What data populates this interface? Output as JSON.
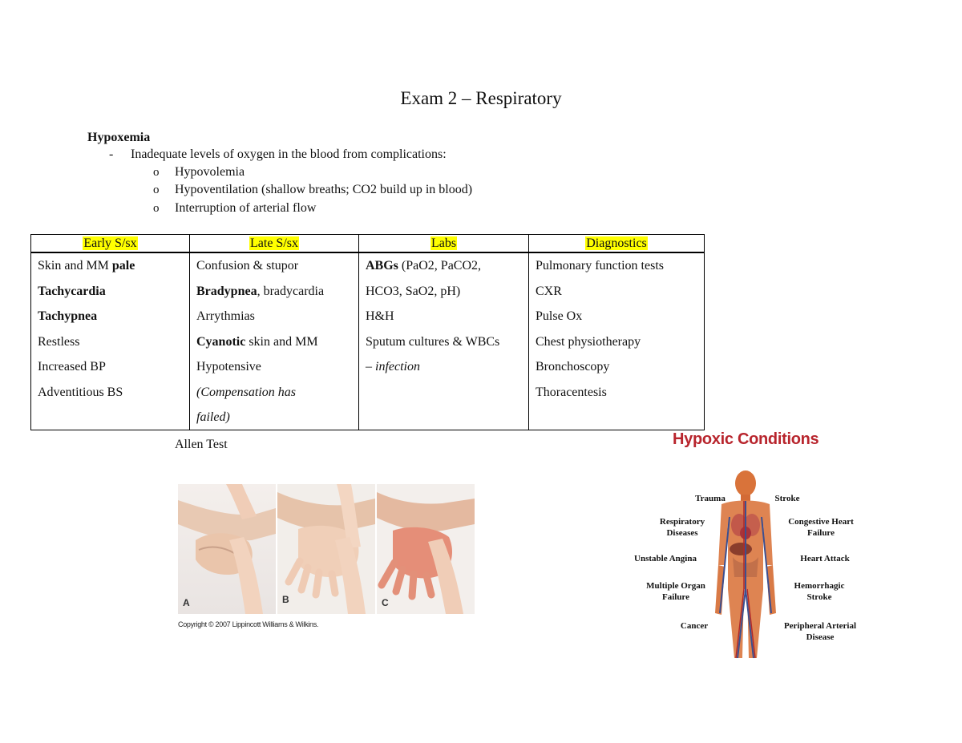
{
  "title": "Exam 2 – Respiratory",
  "section": {
    "heading": "Hypoxemia",
    "dash": "-",
    "bullet": "Inadequate levels of oxygen in the blood from complications:",
    "sub_marker": "o",
    "sub_items": [
      "Hypovolemia",
      "Hypoventilation (shallow breaths; CO2 build up in blood)",
      "Interruption of arterial flow"
    ]
  },
  "table": {
    "headers": [
      "Early S/sx",
      "Late S/sx",
      "Labs",
      "Diagnostics"
    ],
    "early": {
      "r1_plain": "Skin and MM ",
      "r1_bold": "pale",
      "r2": "Tachycardia",
      "r3": "Tachypnea",
      "r4": "Restless",
      "r5": "Increased BP",
      "r6": "Adventitious BS"
    },
    "late": {
      "r1": "Confusion & stupor",
      "r2_bold": "Bradypnea",
      "r2_plain": ", bradycardia",
      "r3": "Arrythmias",
      "r4_bold": "Cyanotic",
      "r4_plain": " skin and MM",
      "r5": "Hypotensive",
      "r6": "(Compensation has failed)"
    },
    "labs": {
      "r1_bold": "ABGs",
      "r1_plain": " (PaO2, PaCO2,",
      "r2": "HCO3, SaO2, pH)",
      "r3": "H&H",
      "r4": "Sputum cultures & WBCs",
      "r5_plain": "– ",
      "r5_italic": "infection"
    },
    "diagnostics": [
      "Pulmonary function tests",
      "CXR",
      "Pulse Ox",
      "Chest physiotherapy",
      "Bronchoscopy",
      "Thoracentesis"
    ]
  },
  "allen": {
    "label": "Allen Test",
    "panel_letters": [
      "A",
      "B",
      "C"
    ],
    "copyright": "Copyright © 2007 Lippincott Williams & Wilkins."
  },
  "hypoxic": {
    "title": "Hypoxic Conditions",
    "left": [
      {
        "l1": "Trauma",
        "l2": ""
      },
      {
        "l1": "Respiratory",
        "l2": "Diseases"
      },
      {
        "l1": "Unstable Angina",
        "l2": ""
      },
      {
        "l1": "Multiple Organ",
        "l2": "Failure"
      },
      {
        "l1": "Cancer",
        "l2": ""
      }
    ],
    "right": [
      {
        "l1": "Stroke",
        "l2": ""
      },
      {
        "l1": "Congestive Heart",
        "l2": "Failure"
      },
      {
        "l1": "Heart Attack",
        "l2": ""
      },
      {
        "l1": "Hemorrhagic",
        "l2": "Stroke"
      },
      {
        "l1": "Peripheral Arterial",
        "l2": "Disease"
      }
    ]
  }
}
